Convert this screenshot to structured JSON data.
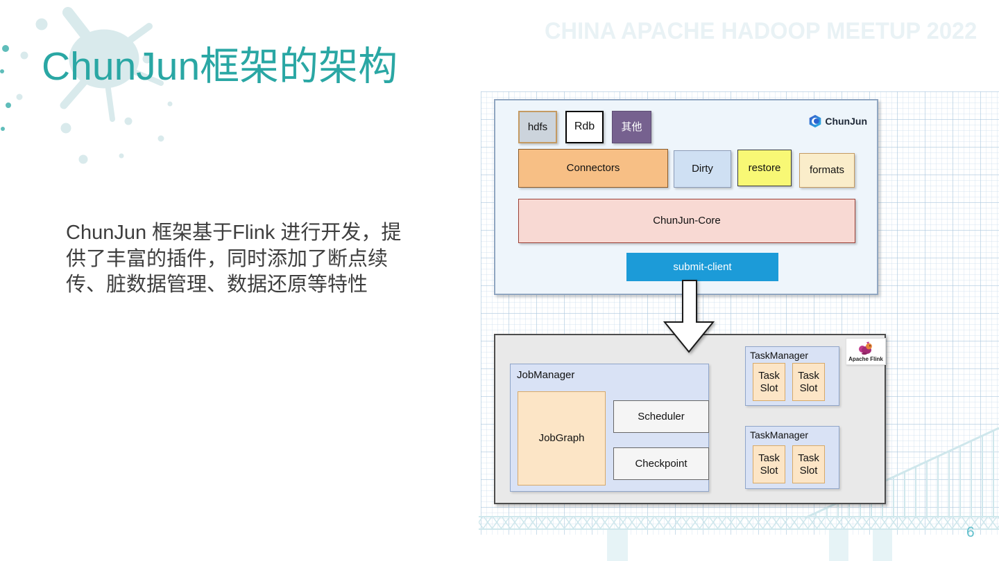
{
  "slide": {
    "title": "ChunJun框架的架构",
    "watermark": "CHINA APACHE HADOOP MEETUP 2022",
    "page_number": "6",
    "body_lines": [
      "ChunJun 框架基于Flink 进行开发，提",
      "供了丰富的插件，同时添加了断点续",
      "传、脏数据管理、数据还原等特性"
    ]
  },
  "diagram": {
    "upper": {
      "logo_text": "ChunJun",
      "sources": [
        "hdfs",
        "Rdb",
        "其他"
      ],
      "plugins": [
        "Connectors",
        "Dirty",
        "restore",
        "formats"
      ],
      "core_label": "ChunJun-Core",
      "submit_label": "submit-client"
    },
    "lower": {
      "flink_label": "Apache Flink",
      "jobmanager_label": "JobManager",
      "jobgraph_label": "JobGraph",
      "scheduler_label": "Scheduler",
      "checkpoint_label": "Checkpoint",
      "taskmanagers": [
        {
          "label": "TaskManager",
          "slots": [
            "Task Slot",
            "Task Slot"
          ]
        },
        {
          "label": "TaskManager",
          "slots": [
            "Task Slot",
            "Task Slot"
          ]
        }
      ]
    }
  },
  "colors": {
    "accent": "#2aa7a4",
    "watermark": "#e9f2f5",
    "body-text": "#3e3e3e",
    "page-num": "#5fbecb",
    "upper-bg": "#eef5fb",
    "upper-border": "#90a6c1",
    "gray-node": "#ccd4dc",
    "tan-border": "#c49a62",
    "purple-node": "#76618f",
    "purple-border": "#5d4d73",
    "orange-node": "#f7bf85",
    "orange-border": "#8a5a2a",
    "blue-node": "#cfe0f3",
    "blue-node-border": "#8c9cb8",
    "yellow-node": "#f8f875",
    "dark-border": "#36393d",
    "cream-node": "#faedca",
    "pink-node": "#f8d9d3",
    "pink-border": "#9c3f36",
    "submit-blue": "#1c9bd8",
    "lower-bg": "#e9e9e9",
    "lower-border": "#4d4d4d",
    "panel-blue": "#d9e2f5",
    "panel-blue-border": "#8fa5c9",
    "peach-node": "#fce5c6",
    "peach-border": "#d8a967",
    "white-node": "#f5f5f5",
    "white-node-border": "#666666",
    "decor-teal": "#d9eaec",
    "bridge-teal": "#cfe7ec"
  }
}
